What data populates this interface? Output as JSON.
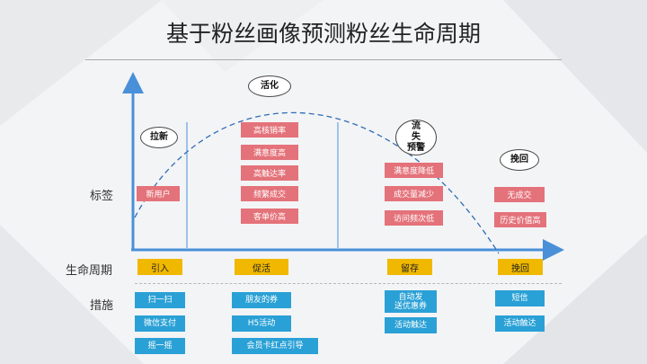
{
  "title": "基于粉丝画像预测粉丝生命周期",
  "row_labels": {
    "tags": "标签",
    "lifecycle": "生命周期",
    "measures": "措施"
  },
  "bubbles": [
    {
      "id": "lxin",
      "label": "拉新"
    },
    {
      "id": "huohua",
      "label": "活化"
    },
    {
      "id": "liushi",
      "label": "流\n失\n预警"
    },
    {
      "id": "wanhui",
      "label": "挽回"
    }
  ],
  "tags": {
    "intro": [
      "新用户"
    ],
    "promote": [
      "高核销率",
      "满意度高",
      "高触达率",
      "频繁成交",
      "客单价高"
    ],
    "retain": [
      "满意度降低",
      "成交量减少",
      "访问频次低"
    ],
    "recover": [
      "无成交",
      "历史价值高"
    ]
  },
  "stages": [
    "引入",
    "促活",
    "留存",
    "挽回"
  ],
  "measures": {
    "intro": [
      "扫一扫",
      "微信支付",
      "摇一摇"
    ],
    "promote": [
      "朋友的券",
      "H5活动",
      "会员卡红点引导"
    ],
    "retain": [
      "自动发\n送优惠券",
      "活动触达"
    ],
    "recover": [
      "短信",
      "活动触达"
    ]
  },
  "colors": {
    "tag": "#e4727a",
    "stage": "#f0b800",
    "measure": "#2aa1d6",
    "axis": "#4a90d9"
  }
}
